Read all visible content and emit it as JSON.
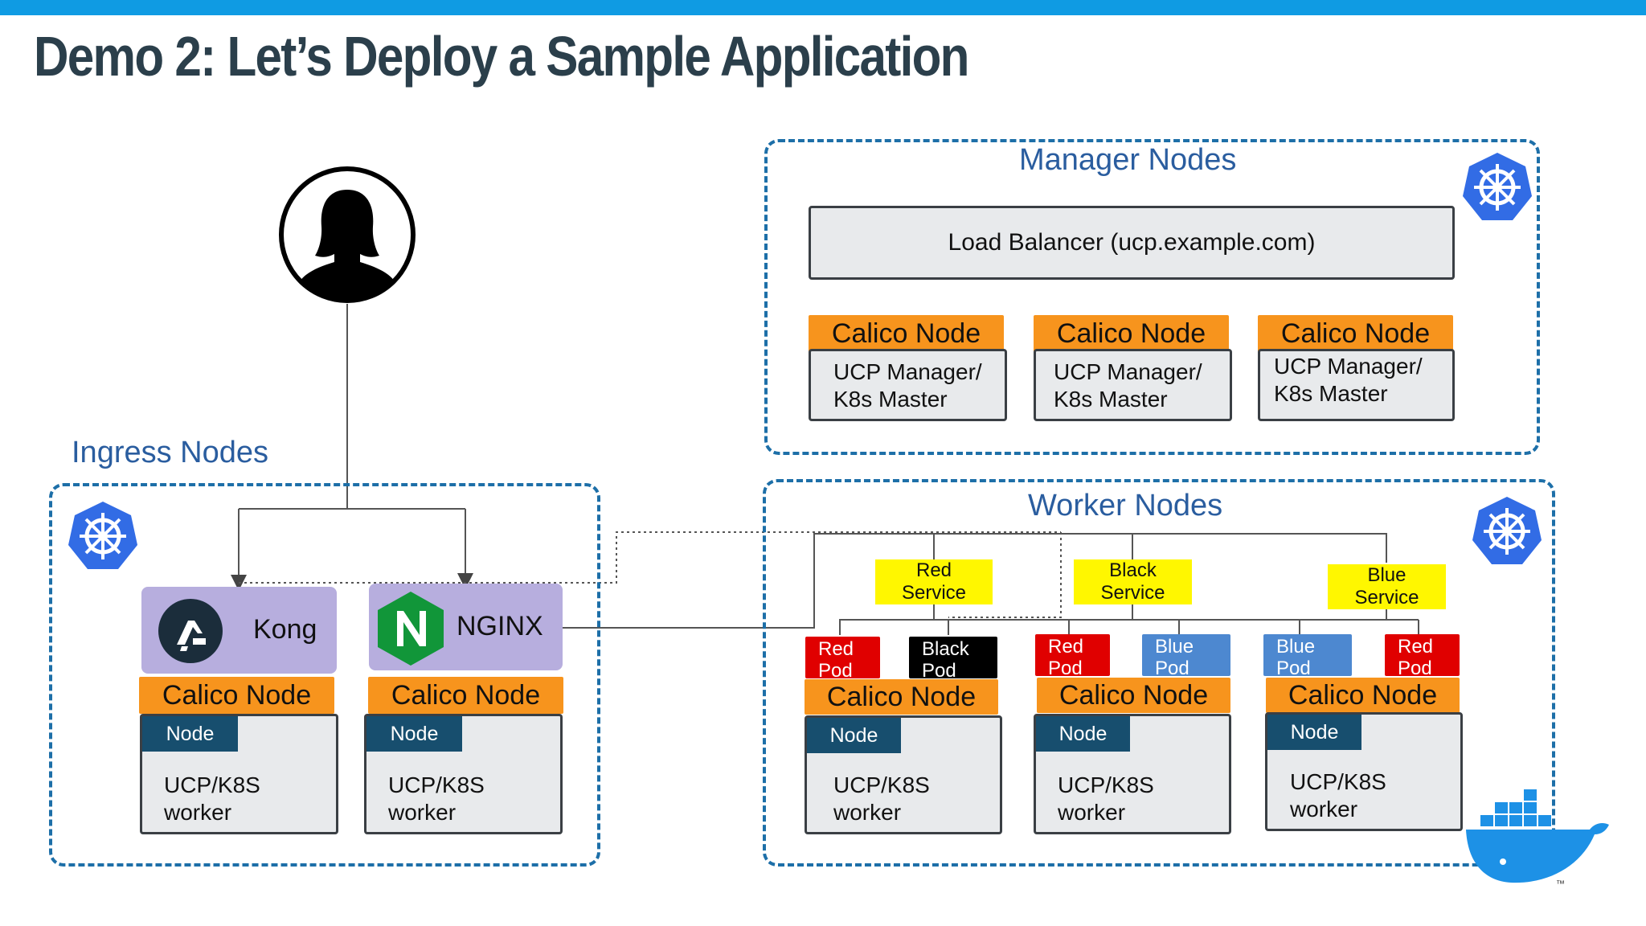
{
  "slide": {
    "title": "Demo 2: Let’s Deploy a Sample Application",
    "accent_color": "#0f9be3"
  },
  "user": {
    "icon": "user-silhouette-icon"
  },
  "manager": {
    "label": "Manager Nodes",
    "icon": "kubernetes-wheel-icon",
    "load_balancer": "Load Balancer (ucp.example.com)",
    "nodes": [
      {
        "calico": "Calico Node",
        "text": "UCP Manager/\nK8s Master"
      },
      {
        "calico": "Calico Node",
        "text": "UCP Manager/\nK8s Master"
      },
      {
        "calico": "Calico Node",
        "text": "UCP Manager/\nK8s Master"
      }
    ]
  },
  "ingress": {
    "label": "Ingress Nodes",
    "icon": "kubernetes-wheel-icon",
    "controllers": [
      {
        "name": "Kong",
        "icon": "kong-logo-icon"
      },
      {
        "name": "NGINX",
        "icon": "nginx-logo-icon"
      }
    ],
    "nodes": [
      {
        "calico": "Calico Node",
        "tab": "Node",
        "text": "UCP/K8S\nworker"
      },
      {
        "calico": "Calico Node",
        "tab": "Node",
        "text": "UCP/K8S\nworker"
      }
    ]
  },
  "worker": {
    "label": "Worker Nodes",
    "icon": "kubernetes-wheel-icon",
    "services": [
      {
        "label": "Red\nService"
      },
      {
        "label": "Black\nService"
      },
      {
        "label": "Blue\nService"
      }
    ],
    "pods": [
      {
        "label": "Red\nPod",
        "color": "#e00000"
      },
      {
        "label": "Black\nPod",
        "color": "#000000"
      },
      {
        "label": "Red\nPod",
        "color": "#e00000"
      },
      {
        "label": "Blue\nPod",
        "color": "#4d88d0"
      },
      {
        "label": "Blue\nPod",
        "color": "#4d88d0"
      },
      {
        "label": "Red\nPod",
        "color": "#e00000"
      }
    ],
    "nodes": [
      {
        "calico": "Calico Node",
        "tab": "Node",
        "text": "UCP/K8S\nworker"
      },
      {
        "calico": "Calico Node",
        "tab": "Node",
        "text": "UCP/K8S\nworker"
      },
      {
        "calico": "Calico Node",
        "tab": "Node",
        "text": "UCP/K8S\nworker"
      }
    ]
  },
  "branding": {
    "icon": "docker-whale-icon",
    "trademark": "™"
  },
  "colors": {
    "calico": "#f7941d",
    "region_border": "#1d6fa8",
    "node_tab": "#174e6e",
    "ingress_box": "#b7aede",
    "service": "#fff700",
    "kubernetes": "#326ce5",
    "docker": "#1d91e6"
  }
}
